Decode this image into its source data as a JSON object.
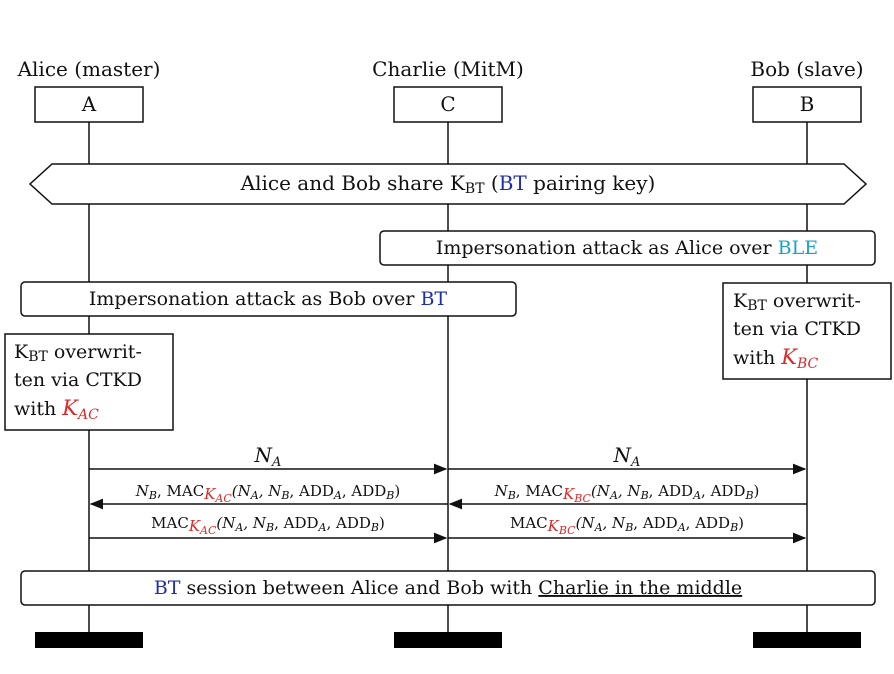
{
  "colors": {
    "ink": "#111111",
    "bt_blue": "#1f2fa8",
    "ble_cyan": "#1aa3c8",
    "key_red": "#d92b2b"
  },
  "participants": [
    {
      "name": "Alice (master)",
      "id": "A"
    },
    {
      "name": "Charlie (MitM)",
      "id": "C"
    },
    {
      "name": "Bob (slave)",
      "id": "B"
    }
  ],
  "share_banner": {
    "pre": "Alice and Bob share K",
    "sub": "BT",
    "mid": " (",
    "bt": "BT",
    "post": " pairing key)"
  },
  "ble_attack": {
    "pre": "Impersonation attack as Alice over ",
    "ble": "BLE"
  },
  "bt_attack": {
    "pre": "Impersonation attack as Bob over ",
    "bt": "BT"
  },
  "ctkd_bob": {
    "k": "K",
    "k_sub": "BT",
    "line1_rest": " overwrit-",
    "line2": "ten via CTKD",
    "line3_pre": "with ",
    "key": "K",
    "key_sub": "BC"
  },
  "ctkd_alice": {
    "k": "K",
    "k_sub": "BT",
    "line1_rest": " overwrit-",
    "line2": "ten via CTKD",
    "line3_pre": "with ",
    "key": "K",
    "key_sub": "AC"
  },
  "messages": {
    "na": {
      "n": "N",
      "sub": "A"
    },
    "nb_left": {
      "n": "N",
      "n_sub": "B",
      "mac": ", MAC",
      "k": "K",
      "k_sub": "AC",
      "args": "(N",
      "a1": "A",
      "c1": ", N",
      "a2": "B",
      "c2": ", ADD",
      "a3": "A",
      "c3": ", ADD",
      "a4": "B",
      "close": ")"
    },
    "nb_right": {
      "n": "N",
      "n_sub": "B",
      "mac": ", MAC",
      "k": "K",
      "k_sub": "BC",
      "args": "(N",
      "a1": "A",
      "c1": ", N",
      "a2": "B",
      "c2": ", ADD",
      "a3": "A",
      "c3": ", ADD",
      "a4": "B",
      "close": ")"
    },
    "mac_left": {
      "mac": "MAC",
      "k": "K",
      "k_sub": "AC",
      "args": "(N",
      "a1": "A",
      "c1": ", N",
      "a2": "B",
      "c2": ", ADD",
      "a3": "A",
      "c3": ", ADD",
      "a4": "B",
      "close": ")"
    },
    "mac_right": {
      "mac": "MAC",
      "k": "K",
      "k_sub": "BC",
      "args": "(N",
      "a1": "A",
      "c1": ", N",
      "a2": "B",
      "c2": ", ADD",
      "a3": "A",
      "c3": ", ADD",
      "a4": "B",
      "close": ")"
    }
  },
  "session": {
    "bt": "BT",
    "pre": " session between Alice and Bob with ",
    "underlined": "Charlie in the middle"
  }
}
